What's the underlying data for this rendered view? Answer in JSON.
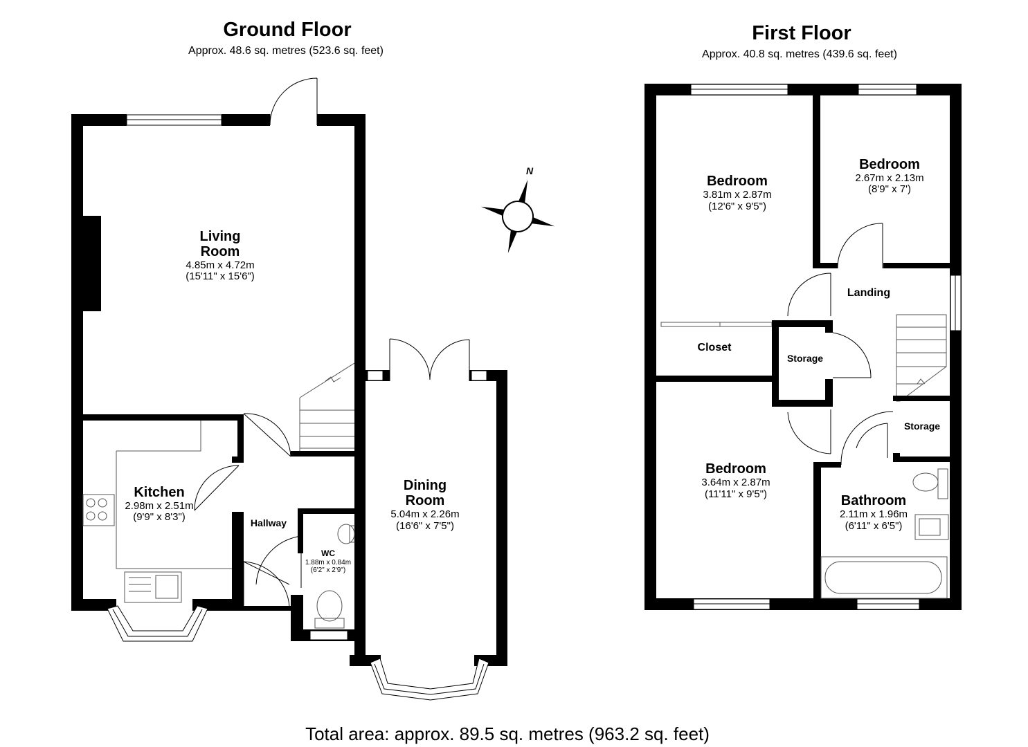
{
  "ground_floor": {
    "title": "Ground Floor",
    "area": "Approx. 48.6 sq. metres (523.6 sq. feet)",
    "rooms": {
      "living_room": {
        "name_line1": "Living",
        "name_line2": "Room",
        "metric": "4.85m x 4.72m",
        "imperial": "(15'11\" x 15'6\")"
      },
      "kitchen": {
        "name": "Kitchen",
        "metric": "2.98m x 2.51m",
        "imperial": "(9'9\" x 8'3\")"
      },
      "dining_room": {
        "name_line1": "Dining",
        "name_line2": "Room",
        "metric": "5.04m x 2.26m",
        "imperial": "(16'6\" x 7'5\")"
      },
      "hallway": {
        "name": "Hallway"
      },
      "wc": {
        "name": "WC",
        "metric": "1.88m x 0.84m",
        "imperial": "(6'2\" x 2'9\")"
      }
    }
  },
  "first_floor": {
    "title": "First Floor",
    "area": "Approx. 40.8 sq. metres (439.6 sq. feet)",
    "rooms": {
      "bedroom_1": {
        "name": "Bedroom",
        "metric": "3.81m x 2.87m",
        "imperial": "(12'6\" x 9'5\")"
      },
      "bedroom_2": {
        "name": "Bedroom",
        "metric": "2.67m x 2.13m",
        "imperial": "(8'9\" x 7')"
      },
      "bedroom_3": {
        "name": "Bedroom",
        "metric": "3.64m x 2.87m",
        "imperial": "(11'11\" x 9'5\")"
      },
      "bathroom": {
        "name": "Bathroom",
        "metric": "2.11m x 1.96m",
        "imperial": "(6'11\" x 6'5\")"
      },
      "landing": {
        "name": "Landing"
      },
      "closet": {
        "name": "Closet"
      },
      "storage_1": {
        "name": "Storage"
      },
      "storage_2": {
        "name": "Storage"
      }
    }
  },
  "compass": {
    "label": "N",
    "icon": "compass-rose-icon"
  },
  "total_area": "Total area: approx. 89.5 sq. metres (963.2 sq. feet)"
}
